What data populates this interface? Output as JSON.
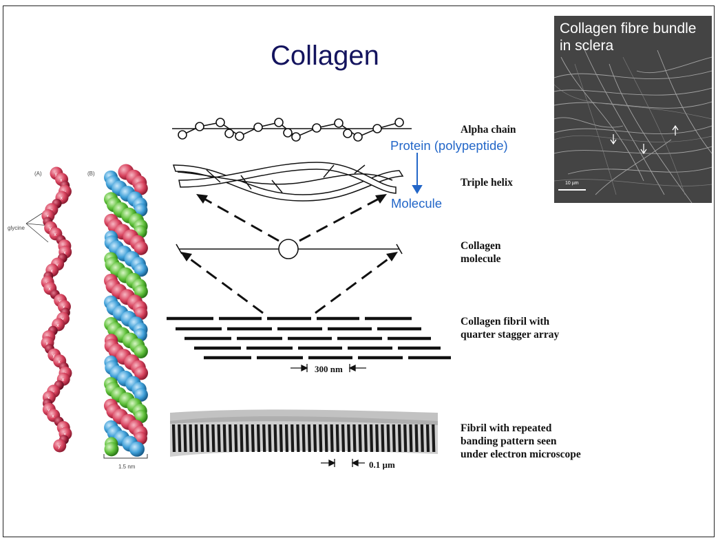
{
  "slide": {
    "title": "Collagen",
    "blue_labels": {
      "protein": "Protein (polypeptide)",
      "molecule": "Molecule"
    },
    "stage_labels": {
      "alpha_chain": "Alpha chain",
      "triple_helix": "Triple helix",
      "collagen_molecule_1": "Collagen",
      "collagen_molecule_2": "molecule",
      "fibril_1": "Collagen fibril with",
      "fibril_2": "quarter stagger array",
      "banding_1": "Fibril with repeated",
      "banding_2": "banding pattern seen",
      "banding_3": "under electron microscope"
    },
    "measurements": {
      "stagger": "300 nm",
      "band": "0.1 µm"
    },
    "helix_figure": {
      "panel_a": "(A)",
      "panel_b": "(B)",
      "glycine": "glycine",
      "scale": "1.5 nm"
    },
    "micrograph": {
      "caption": "Collagen fibre bundle in sclera",
      "scale_bar": "10 µm"
    },
    "colors": {
      "title": "#14145e",
      "blue_label": "#2266c8",
      "residue_red": "#d8435e",
      "residue_green": "#5fc03a",
      "residue_blue": "#3e9fd8"
    }
  }
}
